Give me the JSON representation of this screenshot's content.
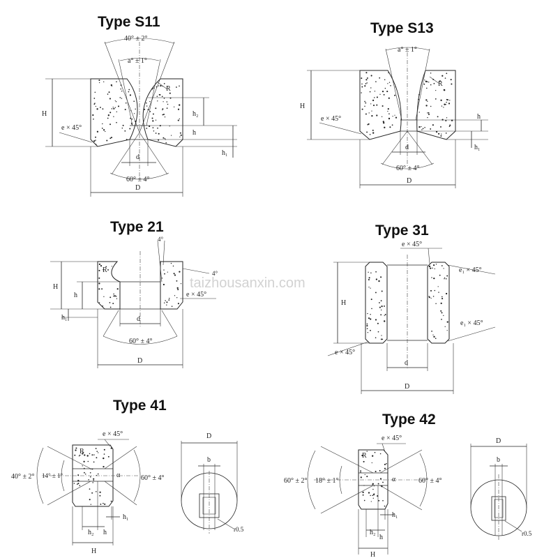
{
  "watermark": "taizhousanxin.com",
  "diagrams": [
    {
      "id": "s11",
      "title": "Type S11",
      "labels": {
        "outer_angle": "40° ± 2°",
        "inner_angle": "a° ± 1°",
        "radius": "R",
        "height": "H",
        "h2": "h₂",
        "chamfer": "e × 45°",
        "h": "h",
        "h1": "h₁",
        "bore": "d",
        "cone_angle": "60° ± 4°",
        "diameter": "D"
      }
    },
    {
      "id": "s13",
      "title": "Type S13",
      "labels": {
        "inner_angle": "a° ± 1°",
        "radius": "R",
        "height": "H",
        "chamfer": "e × 45°",
        "h": "h",
        "h1": "h₁",
        "bore": "d",
        "cone_angle": "60° ± 4°",
        "diameter": "D"
      }
    },
    {
      "id": "t21",
      "title": "Type 21",
      "labels": {
        "top_angle": "4°",
        "radius": "R",
        "side_angle": "4°",
        "height": "H",
        "h": "h",
        "h1": "h₁",
        "chamfer": "e × 45°",
        "bore": "d",
        "cone_angle": "60° ± 4°",
        "diameter": "D"
      }
    },
    {
      "id": "t31",
      "title": "Type 31",
      "labels": {
        "chamfer_top": "e × 45°",
        "chamfer_e1_top": "e₁ × 45°",
        "height": "H",
        "chamfer_e1_bottom": "e₁ × 45°",
        "chamfer_bottom": "e × 45°",
        "bore": "d",
        "diameter": "D"
      }
    },
    {
      "id": "t41",
      "title": "Type 41",
      "labels": {
        "chamfer": "e × 45°",
        "radius": "R",
        "outer_angle": "40° ± 2°",
        "inner_angle": "14° ± 1°",
        "alpha": "α",
        "right_angle": "60° ± 4°",
        "h1": "h₁",
        "h2": "h₂",
        "h": "h",
        "height": "H",
        "diameter": "D",
        "width": "b",
        "corner_r": "r0.5"
      }
    },
    {
      "id": "t42",
      "title": "Type 42",
      "labels": {
        "chamfer": "e × 45°",
        "radius": "R",
        "outer_angle": "60° ± 2°",
        "inner_angle": "18° ± 1°",
        "alpha": "α",
        "right_angle": "60° ± 4°",
        "h1": "h₁",
        "h2": "h₂",
        "h": "h",
        "height": "H",
        "diameter": "D",
        "width": "b",
        "corner_r": "r0.5"
      }
    }
  ]
}
